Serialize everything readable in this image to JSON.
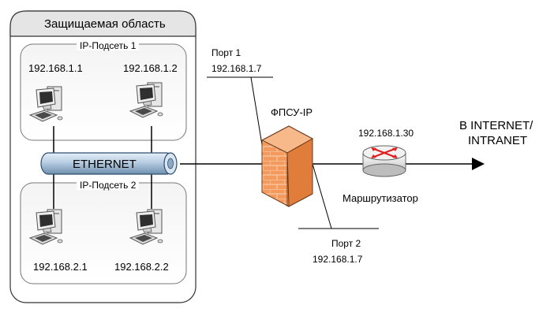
{
  "protected_area": {
    "title": "Защищаемая область"
  },
  "subnet1": {
    "title": "IP-Подсеть 1",
    "hosts": [
      "192.168.1.1",
      "192.168.1.2"
    ]
  },
  "subnet2": {
    "title": "IP-Подсеть 2",
    "hosts": [
      "192.168.2.1",
      "192.168.2.2"
    ]
  },
  "ethernet": {
    "label": "ETHERNET"
  },
  "firewall": {
    "label": "ФПСУ-IP"
  },
  "port1": {
    "label": "Порт 1",
    "ip": "192.168.1.7"
  },
  "port2": {
    "label": "Порт 2",
    "ip": "192.168.1.7"
  },
  "router": {
    "ip": "192.168.1.30",
    "label": "Маршрутизатор"
  },
  "destination": {
    "line1": "В INTERNET/",
    "line2": "INTRANET"
  },
  "colors": {
    "firewall_orange": "#f39a5c",
    "router_red": "#e02020",
    "pipe_blue": "#a9c3db"
  }
}
